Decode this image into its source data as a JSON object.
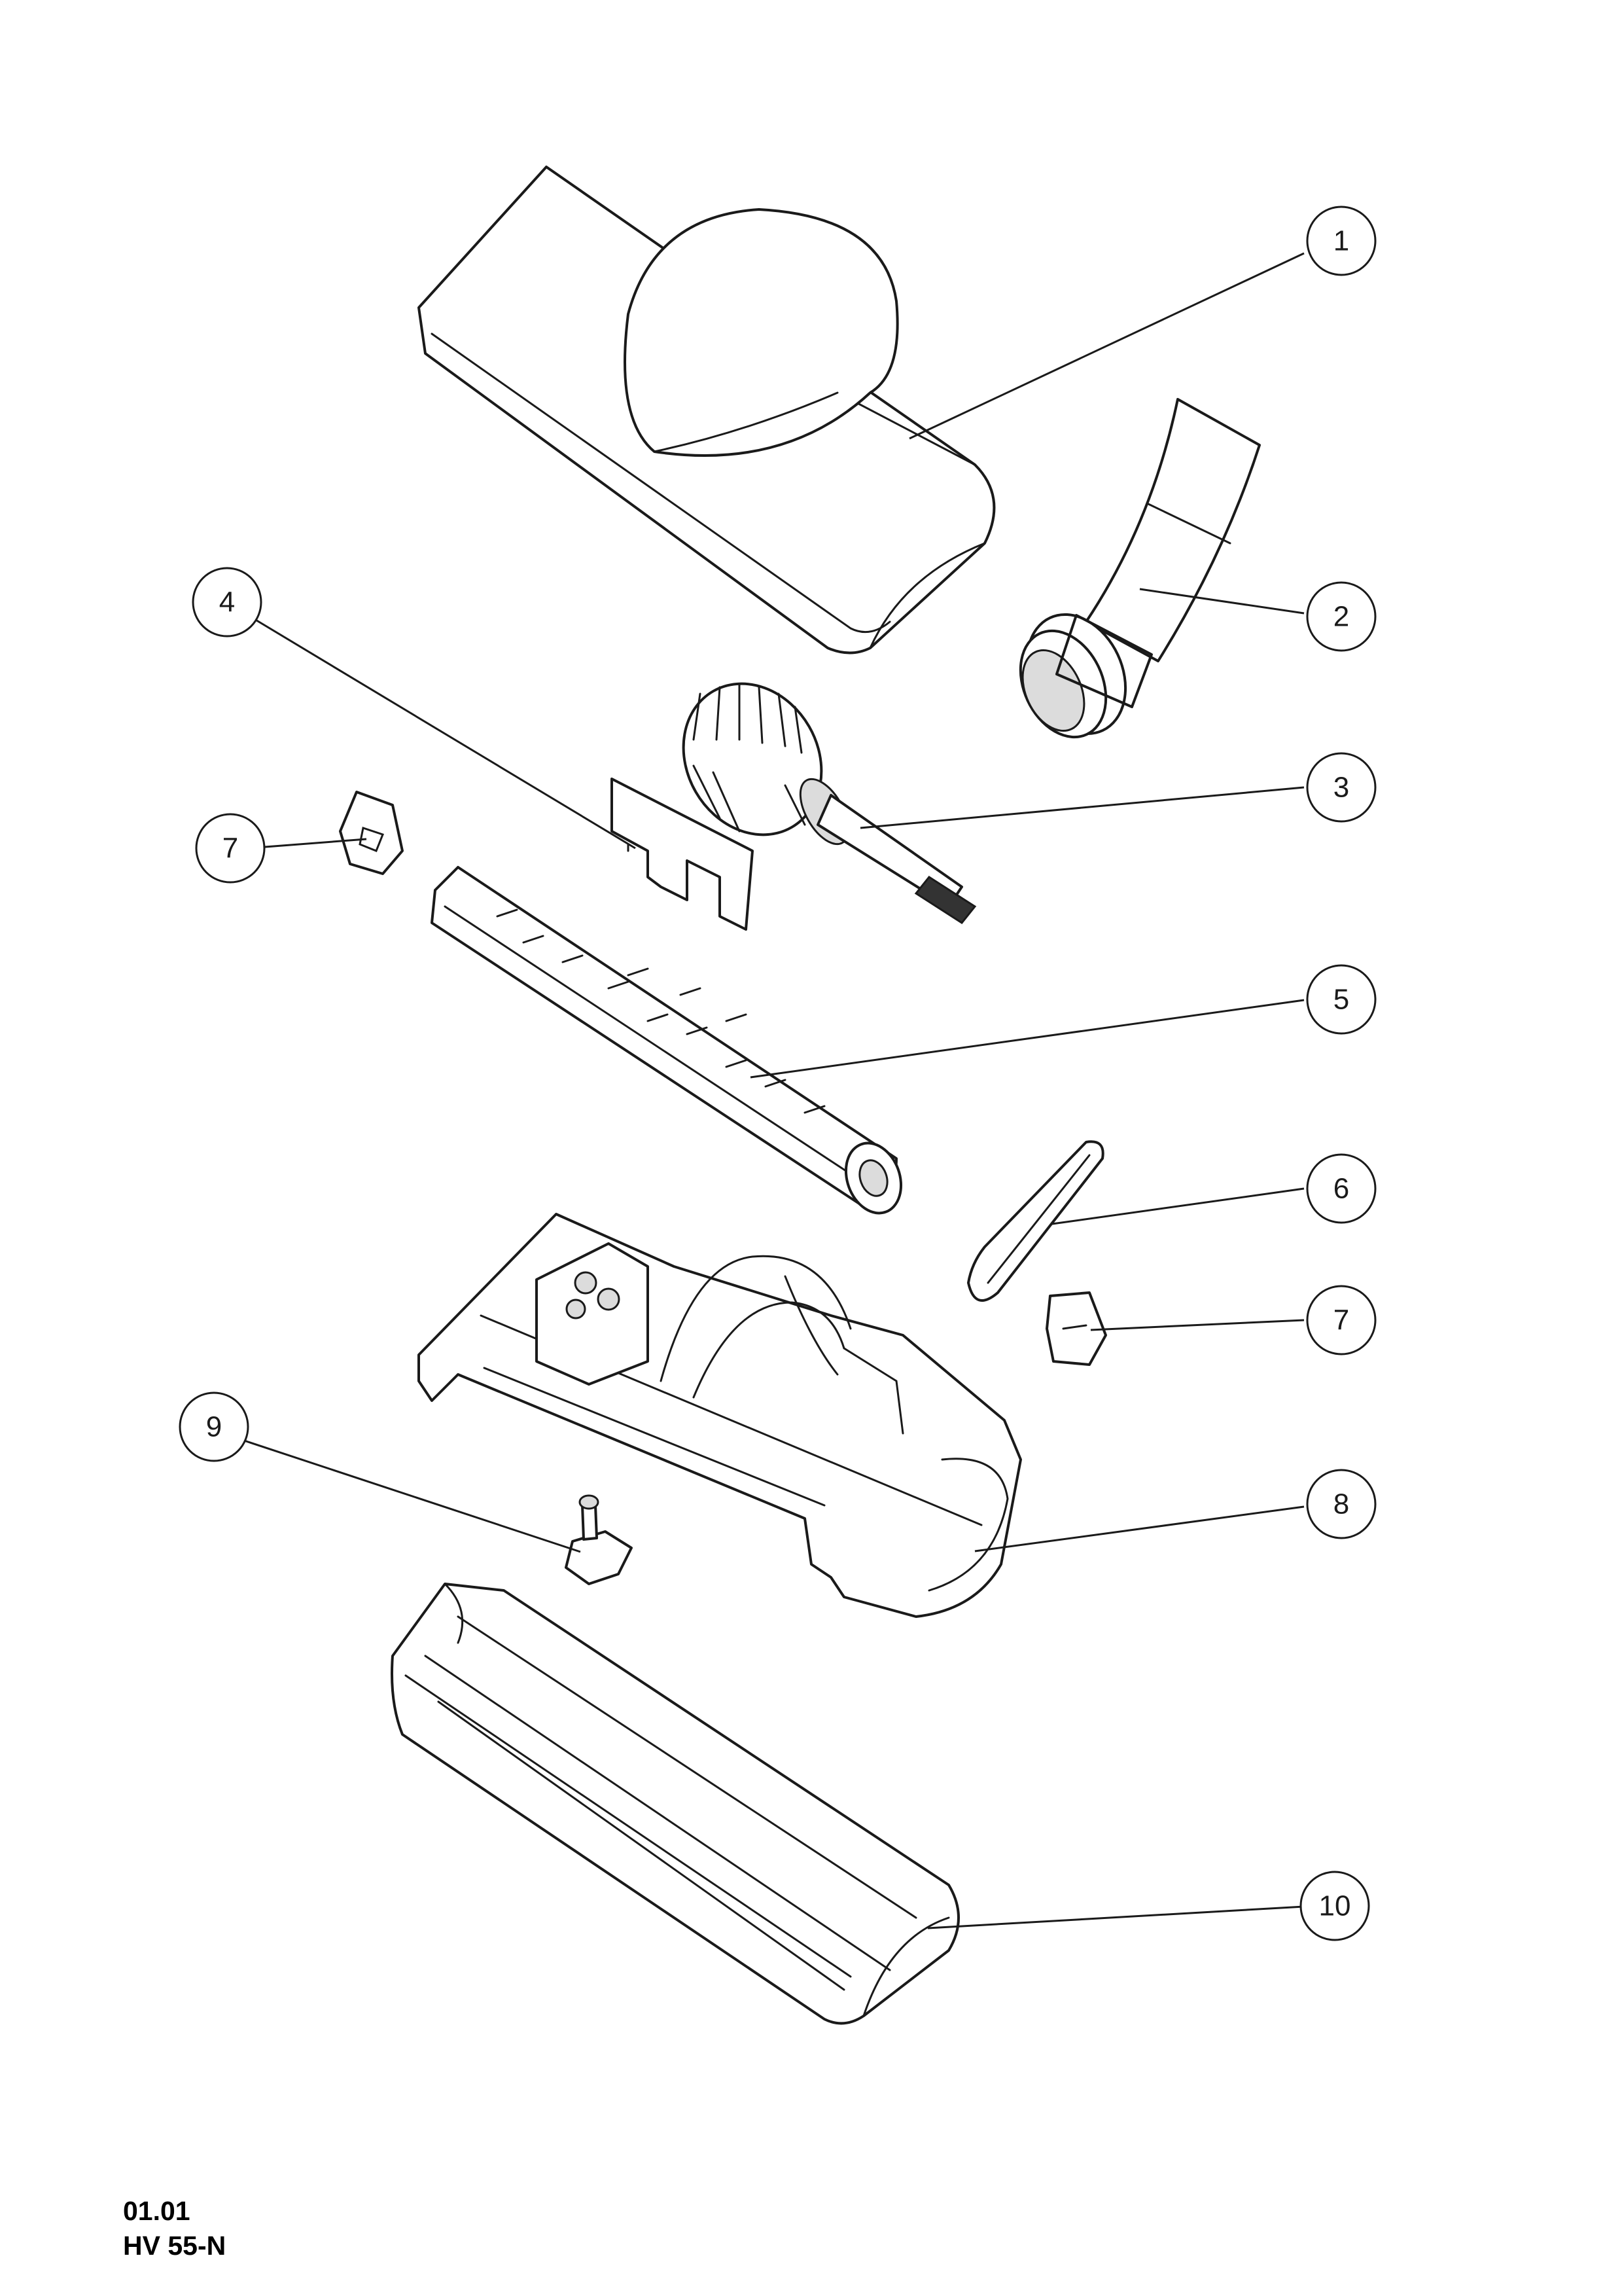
{
  "callouts": [
    {
      "id": "c1",
      "label": "1"
    },
    {
      "id": "c2",
      "label": "2"
    },
    {
      "id": "c3",
      "label": "3"
    },
    {
      "id": "c4",
      "label": "4"
    },
    {
      "id": "c5",
      "label": "5"
    },
    {
      "id": "c6",
      "label": "6"
    },
    {
      "id": "c7a",
      "label": "7"
    },
    {
      "id": "c7b",
      "label": "7"
    },
    {
      "id": "c8",
      "label": "8"
    },
    {
      "id": "c9",
      "label": "9"
    },
    {
      "id": "c10",
      "label": "10"
    }
  ],
  "footer": {
    "code": "01.01",
    "model": "HV 55-N"
  }
}
